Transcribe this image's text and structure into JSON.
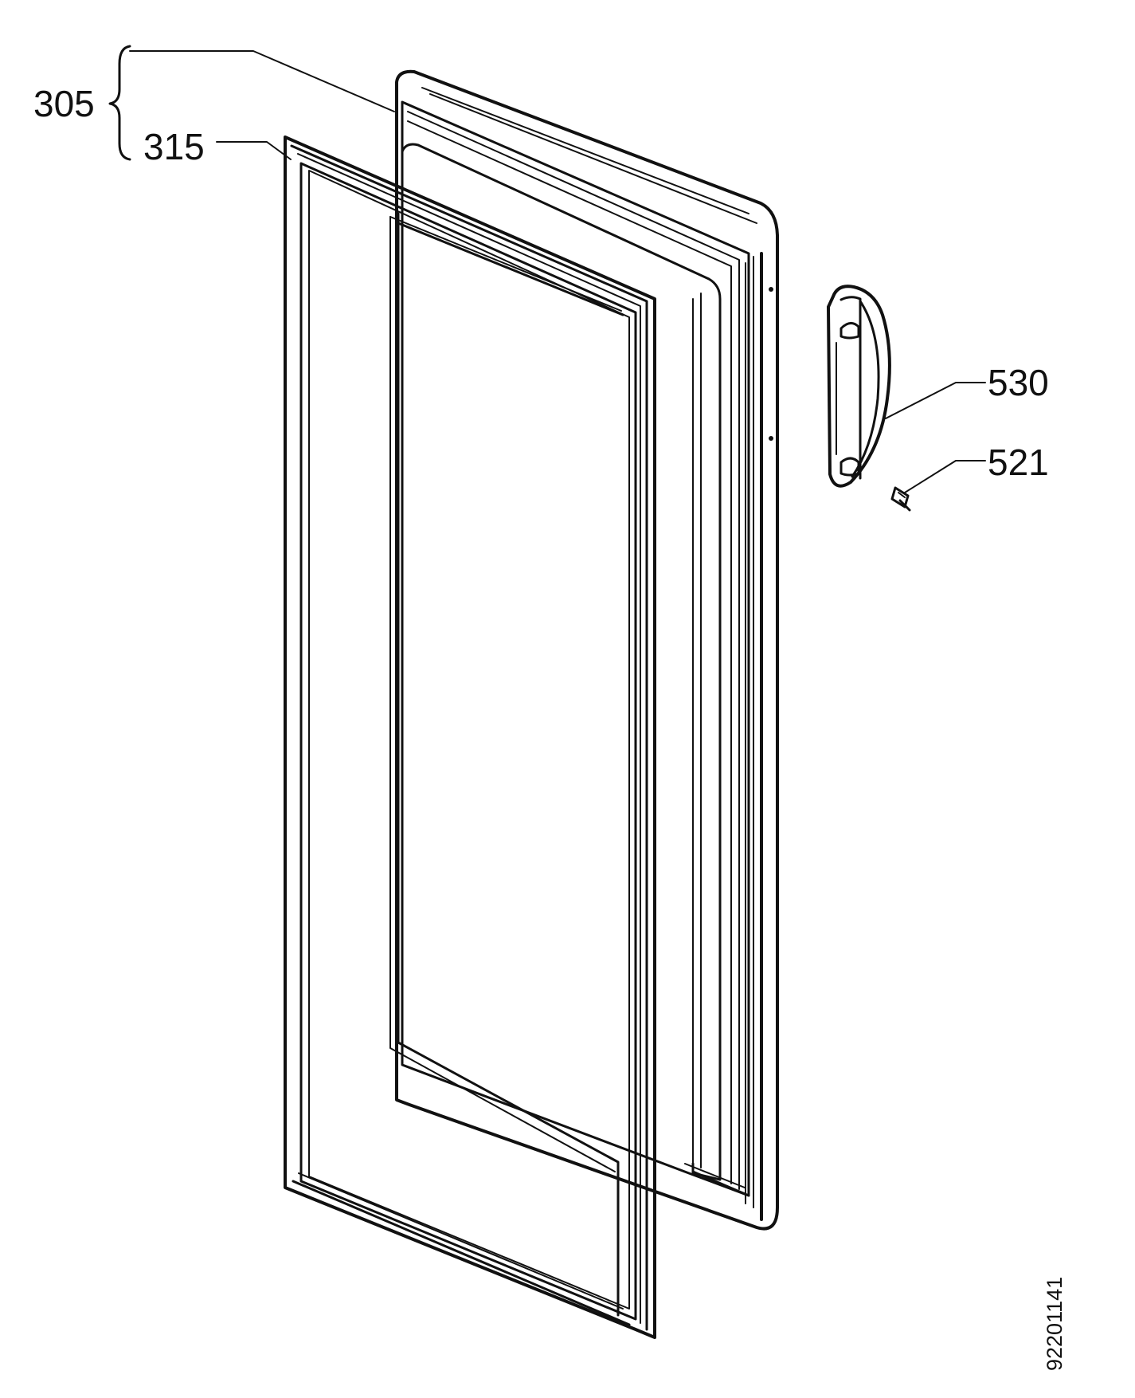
{
  "diagram": {
    "document_number": "92201141",
    "callouts": [
      {
        "id": "305",
        "text": "305",
        "part": "door-assembly"
      },
      {
        "id": "315",
        "text": "315",
        "part": "door-gasket"
      },
      {
        "id": "530",
        "text": "530",
        "part": "door-handle"
      },
      {
        "id": "521",
        "text": "521",
        "part": "handle-screw"
      }
    ]
  },
  "colors": {
    "ink": "#111111",
    "background": "#ffffff"
  }
}
